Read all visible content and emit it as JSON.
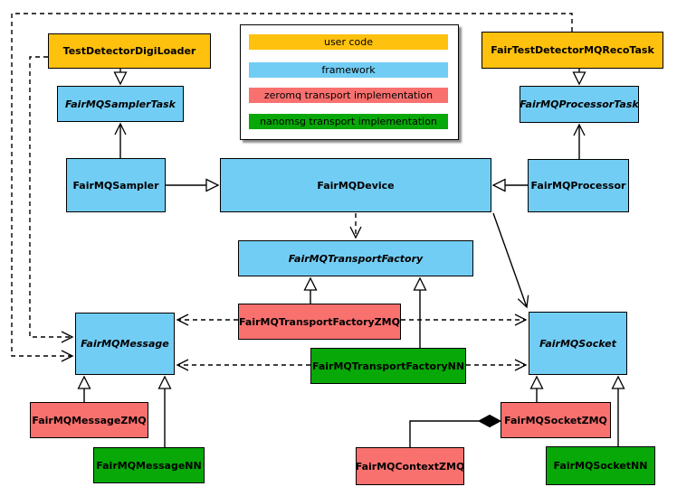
{
  "diagram_type": "uml-class-diagram",
  "colors": {
    "user_code": "#FEC10D",
    "framework": "#72CDF4",
    "zeromq": "#F9716F",
    "nanomsg": "#07A807",
    "background": "#FFFFFF",
    "line": "#000000"
  },
  "legend": {
    "items": [
      {
        "label": "user code",
        "category": "user_code",
        "color": "#FEC10D"
      },
      {
        "label": "framework",
        "category": "framework",
        "color": "#72CDF4"
      },
      {
        "label": "zeromq transport implementation",
        "category": "zeromq",
        "color": "#F9716F"
      },
      {
        "label": "nanomsg transport implementation",
        "category": "nanomsg",
        "color": "#07A807"
      }
    ]
  },
  "nodes": [
    {
      "label": "TestDetectorDigiLoader",
      "category": "user_code",
      "abstract": false
    },
    {
      "label": "FairMQSamplerTask",
      "category": "framework",
      "abstract": true
    },
    {
      "label": "FairTestDetectorMQRecoTask",
      "category": "user_code",
      "abstract": false
    },
    {
      "label": "FairMQProcessorTask",
      "category": "framework",
      "abstract": true
    },
    {
      "label": "FairMQSampler",
      "category": "framework",
      "abstract": false
    },
    {
      "label": "FairMQDevice",
      "category": "framework",
      "abstract": false
    },
    {
      "label": "FairMQProcessor",
      "category": "framework",
      "abstract": false
    },
    {
      "label": "FairMQTransportFactory",
      "category": "framework",
      "abstract": true
    },
    {
      "label": "FairMQTransportFactoryZMQ",
      "category": "zeromq",
      "abstract": false
    },
    {
      "label": "FairMQTransportFactoryNN",
      "category": "nanomsg",
      "abstract": false
    },
    {
      "label": "FairMQMessage",
      "category": "framework",
      "abstract": true
    },
    {
      "label": "FairMQSocket",
      "category": "framework",
      "abstract": true
    },
    {
      "label": "FairMQMessageZMQ",
      "category": "zeromq",
      "abstract": false
    },
    {
      "label": "FairMQMessageNN",
      "category": "nanomsg",
      "abstract": false
    },
    {
      "label": "FairMQSocketZMQ",
      "category": "zeromq",
      "abstract": false
    },
    {
      "label": "FairMQContextZMQ",
      "category": "zeromq",
      "abstract": false
    },
    {
      "label": "FairMQSocketNN",
      "category": "nanomsg",
      "abstract": false
    }
  ],
  "edges": [
    {
      "from": "TestDetectorDigiLoader",
      "to": "FairMQSamplerTask",
      "type": "inheritance"
    },
    {
      "from": "FairTestDetectorMQRecoTask",
      "to": "FairMQProcessorTask",
      "type": "inheritance"
    },
    {
      "from": "FairMQSampler",
      "to": "FairMQDevice",
      "type": "inheritance"
    },
    {
      "from": "FairMQProcessor",
      "to": "FairMQDevice",
      "type": "inheritance"
    },
    {
      "from": "FairMQTransportFactoryZMQ",
      "to": "FairMQTransportFactory",
      "type": "inheritance"
    },
    {
      "from": "FairMQTransportFactoryNN",
      "to": "FairMQTransportFactory",
      "type": "inheritance"
    },
    {
      "from": "FairMQMessageZMQ",
      "to": "FairMQMessage",
      "type": "inheritance"
    },
    {
      "from": "FairMQMessageNN",
      "to": "FairMQMessage",
      "type": "inheritance"
    },
    {
      "from": "FairMQSocketZMQ",
      "to": "FairMQSocket",
      "type": "inheritance"
    },
    {
      "from": "FairMQSocketNN",
      "to": "FairMQSocket",
      "type": "inheritance"
    },
    {
      "from": "FairMQSampler",
      "to": "FairMQSamplerTask",
      "type": "association"
    },
    {
      "from": "FairMQProcessor",
      "to": "FairMQProcessorTask",
      "type": "association"
    },
    {
      "from": "FairMQDevice",
      "to": "FairMQSocket",
      "type": "association"
    },
    {
      "from": "FairMQDevice",
      "to": "FairMQTransportFactory",
      "type": "dependency-dashed"
    },
    {
      "from": "FairMQTransportFactoryZMQ",
      "to": "FairMQMessage",
      "type": "dependency-dashed"
    },
    {
      "from": "FairMQTransportFactoryZMQ",
      "to": "FairMQSocket",
      "type": "dependency-dashed"
    },
    {
      "from": "FairMQTransportFactoryNN",
      "to": "FairMQMessage",
      "type": "dependency-dashed"
    },
    {
      "from": "FairMQTransportFactoryNN",
      "to": "FairMQSocket",
      "type": "dependency-dashed"
    },
    {
      "from": "TestDetectorDigiLoader",
      "to": "FairMQMessage",
      "type": "dependency-dashed"
    },
    {
      "from": "FairTestDetectorMQRecoTask",
      "to": "FairMQMessage",
      "type": "dependency-dashed"
    },
    {
      "from": "FairMQContextZMQ",
      "to": "FairMQSocketZMQ",
      "type": "composition"
    }
  ]
}
